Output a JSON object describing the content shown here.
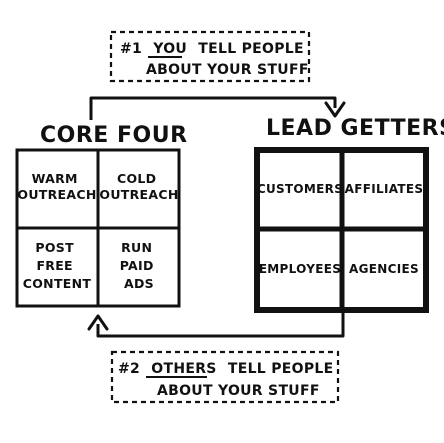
{
  "top_note": {
    "line1_prefix": "#1",
    "line1_emph": "YOU",
    "line1_rest": "TELL PEOPLE",
    "line2": "ABOUT YOUR STUFF"
  },
  "bottom_note": {
    "line1_prefix": "#2",
    "line1_emph": "OTHERS",
    "line1_rest": "TELL PEOPLE",
    "line2": "ABOUT YOUR STUFF"
  },
  "core_four": {
    "title": "CORE FOUR",
    "cells": [
      [
        "WARM",
        "OUTREACH"
      ],
      [
        "COLD",
        "OUTREACH"
      ],
      [
        "POST",
        "FREE",
        "CONTENT"
      ],
      [
        "RUN",
        "PAID",
        "ADS"
      ]
    ]
  },
  "lead_getters": {
    "title": "LEAD GETTERS",
    "cells": [
      [
        "CUSTOMERS"
      ],
      [
        "AFFILIATES"
      ],
      [
        "EMPLOYEES"
      ],
      [
        "AGENCIES"
      ]
    ]
  },
  "colors": {
    "ink": "#111111",
    "background": "#ffffff"
  }
}
